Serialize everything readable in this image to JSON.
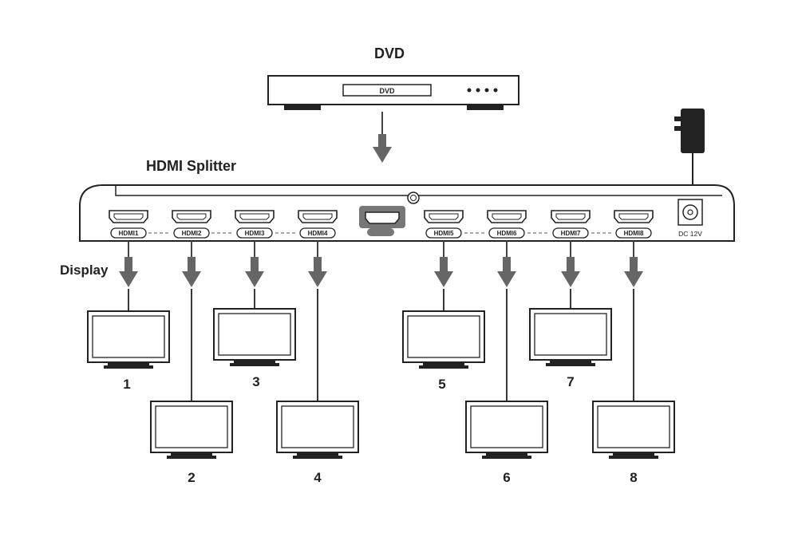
{
  "source": {
    "title": "DVD",
    "panel_label": "DVD"
  },
  "splitter": {
    "title": "HDMI Splitter",
    "power_label": "DC 12V",
    "ports": [
      {
        "label": "HDMI1",
        "display": "1"
      },
      {
        "label": "HDMI2",
        "display": "2"
      },
      {
        "label": "HDMI3",
        "display": "3"
      },
      {
        "label": "HDMI4",
        "display": "4"
      },
      {
        "label": "HDMI5",
        "display": "5"
      },
      {
        "label": "HDMI6",
        "display": "6"
      },
      {
        "label": "HDMI7",
        "display": "7"
      },
      {
        "label": "HDMI8",
        "display": "8"
      }
    ]
  },
  "display_heading": "Display",
  "colors": {
    "line": "#222222",
    "arrow": "#666666",
    "input_port": "#777777"
  }
}
